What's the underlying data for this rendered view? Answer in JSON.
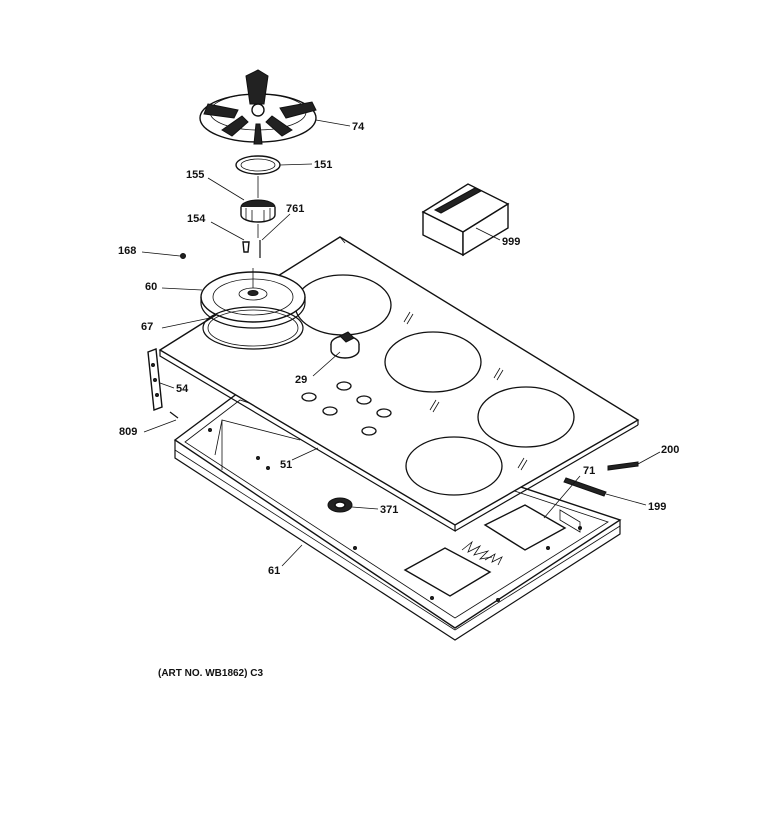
{
  "diagram": {
    "callouts": {
      "c74": "74",
      "c151": "151",
      "c155": "155",
      "c154": "154",
      "c761": "761",
      "c168": "168",
      "c60": "60",
      "c67": "67",
      "c999": "999",
      "c54": "54",
      "c29": "29",
      "c809": "809",
      "c51": "51",
      "c200": "200",
      "c71": "71",
      "c199": "199",
      "c371": "371",
      "c61": "61"
    },
    "caption": "(ART NO. WB1862) C3"
  }
}
